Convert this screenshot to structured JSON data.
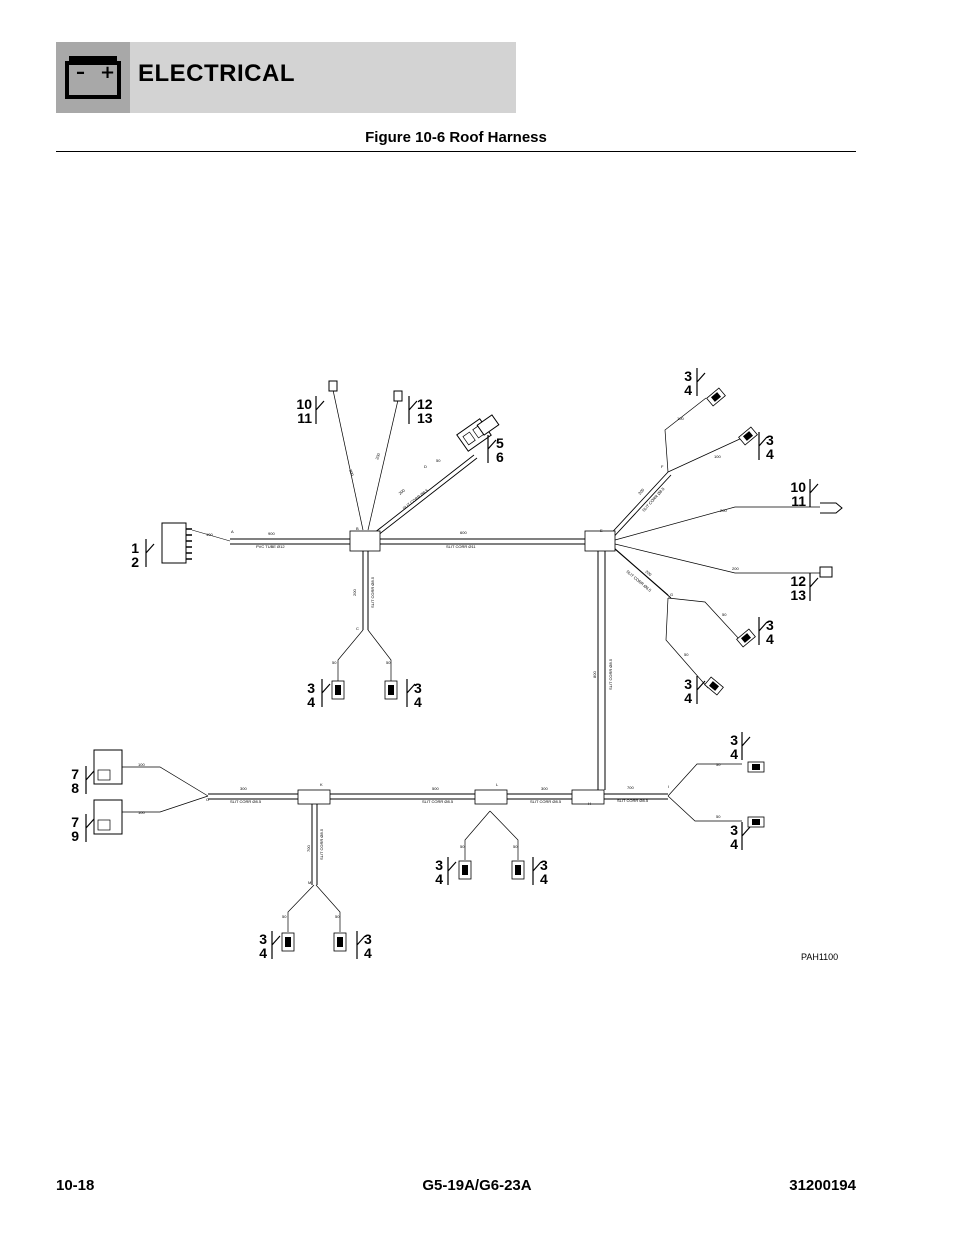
{
  "header": {
    "section_title": "ELECTRICAL",
    "battery_minus": "–",
    "battery_plus": "+"
  },
  "figure_title": "Figure 10-6 Roof Harness",
  "diagram": {
    "reference_code": "PAH1100",
    "callouts": {
      "c12": [
        "1",
        "2"
      ],
      "c1011_top": [
        "10",
        "11"
      ],
      "c1213_top": [
        "12",
        "13"
      ],
      "c56": [
        "5",
        "6"
      ],
      "c34_c_left": [
        "3",
        "4"
      ],
      "c34_c_right": [
        "3",
        "4"
      ],
      "c34_f_top": [
        "3",
        "4"
      ],
      "c34_f_right": [
        "3",
        "4"
      ],
      "c1011_right": [
        "10",
        "11"
      ],
      "c1213_right": [
        "12",
        "13"
      ],
      "c34_g_right": [
        "3",
        "4"
      ],
      "c34_g_bottom": [
        "3",
        "4"
      ],
      "c78": [
        "7",
        "8"
      ],
      "c79": [
        "7",
        "9"
      ],
      "c34_i_top": [
        "3",
        "4"
      ],
      "c34_i_bottom": [
        "3",
        "4"
      ],
      "c34_l_left": [
        "3",
        "4"
      ],
      "c34_l_right": [
        "3",
        "4"
      ],
      "c34_k_left": [
        "3",
        "4"
      ],
      "c34_k_right": [
        "3",
        "4"
      ]
    },
    "small_labels": {
      "d_a_100": "100",
      "a": "A",
      "d_ab_900": "900",
      "pvc_tube": "PVC TUBE Ø12",
      "b": "B",
      "d_be_600": "600",
      "slit_corr_11": "SLIT CORR Ø11",
      "d_bc_200": "200",
      "slit_corr_v1": "SLIT CORR Ø8.5",
      "c": "C",
      "d_c1_50": "50",
      "d_c2_50": "50",
      "d_b_up1": "200",
      "d_b_up2": "200",
      "d_b_d": "200",
      "d": "D",
      "slit_corr_d": "SLIT CORR Ø8.5",
      "d_d2": "50",
      "e": "E",
      "d_ef": "200",
      "slit_corr_ef": "SLIT CORR Ø8.5",
      "f": "F",
      "d_f1": "100",
      "d_f2": "100",
      "d_e_r1": "200",
      "d_e_r2": "200",
      "d_eg": "200",
      "slit_corr_eg": "SLIT CORR Ø8.5",
      "g": "G",
      "d_g1": "50",
      "d_g2": "50",
      "d_eh": "800",
      "slit_corr_eh": "SLIT CORR Ø8.5",
      "h": "H",
      "d_o1": "100",
      "d_o2": "100",
      "o": "O",
      "d_ok_300": "300",
      "slit_corr_ok": "SLIT CORR Ø8.5",
      "k": "K",
      "d_kl_500": "500",
      "slit_corr_kl": "SLIT CORR Ø8.5",
      "l": "L",
      "d_lh_300": "300",
      "slit_corr_lh": "SLIT CORR Ø8.5",
      "d_hi_700": "700",
      "slit_corr_hi": "SLIT CORR Ø8.5",
      "i": "I",
      "d_i1_50": "50",
      "d_i2_50": "50",
      "d_k_700": "700",
      "slit_corr_k": "SLIT CORR Ø8.5",
      "m": "M",
      "d_m1": "50",
      "d_m2": "50",
      "d_l1": "50",
      "d_l2": "50"
    }
  },
  "footer": {
    "page_number": "10-18",
    "model": "G5-19A/G6-23A",
    "doc_number": "31200194"
  }
}
